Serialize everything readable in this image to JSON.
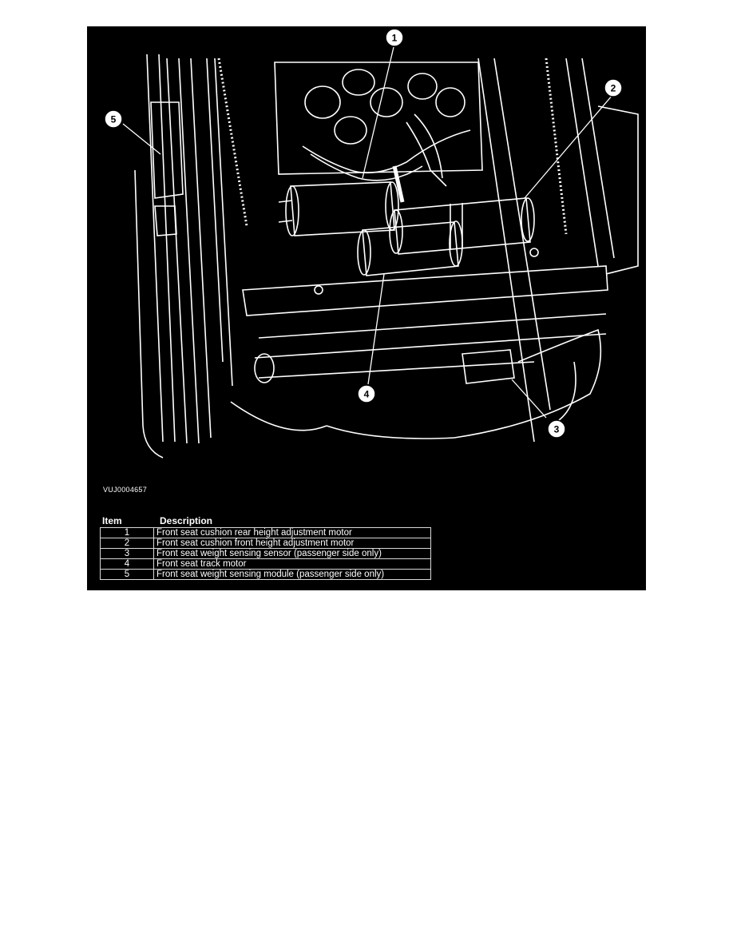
{
  "figure": {
    "callouts": [
      "1",
      "2",
      "3",
      "4",
      "5"
    ],
    "figure_id": "VUJ0004657"
  },
  "legend": {
    "header_item": "Item",
    "header_description": "Description",
    "rows": [
      {
        "item": "1",
        "description": "Front seat cushion rear height adjustment motor"
      },
      {
        "item": "2",
        "description": "Front seat cushion front height adjustment motor"
      },
      {
        "item": "3",
        "description": "Front seat weight sensing sensor (passenger side only)"
      },
      {
        "item": "4",
        "description": "Front seat track motor"
      },
      {
        "item": "5",
        "description": "Front seat weight sensing module (passenger side only)"
      }
    ]
  },
  "colors": {
    "background": "#000000",
    "line": "#ffffff",
    "page": "#ffffff"
  }
}
